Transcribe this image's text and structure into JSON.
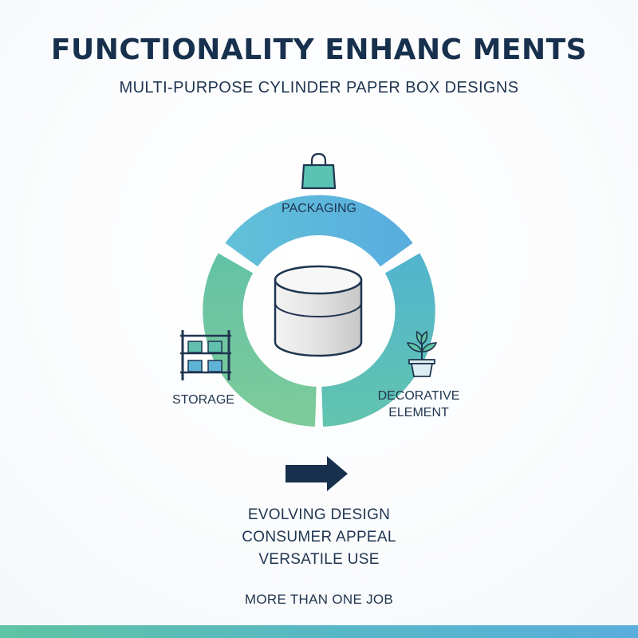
{
  "header": {
    "title": "FUNCTIONALITY ENHANC MENTS",
    "subtitle": "MULTI-PURPOSE CYLINDER PAPER BOX DESIGNS"
  },
  "diagram": {
    "segments": [
      {
        "label_lines": [
          "PACKAGING"
        ],
        "icon": "shopping-bag-icon",
        "color": "#5bb4da"
      },
      {
        "label_lines": [
          "DECORATIVE",
          "ELEMENT"
        ],
        "icon": "potted-plant-icon",
        "color": "#5bbcb5"
      },
      {
        "label_lines": [
          "STORAGE"
        ],
        "icon": "storage-shelf-icon",
        "color": "#6cc49a"
      }
    ],
    "center_icon": "cylinder-box-icon",
    "arrow_icon": "right-arrow-icon"
  },
  "benefits": [
    "EVOLVING DESIGN",
    "CONSUMER APPEAL",
    "VERSATILE USE"
  ],
  "tagline": "MORE THAN ONE JOB",
  "colors": {
    "title": "#17304d",
    "text": "#1f3550",
    "arrow": "#17304d",
    "footer_start": "#5fc4a3",
    "footer_end": "#5aaedc"
  }
}
